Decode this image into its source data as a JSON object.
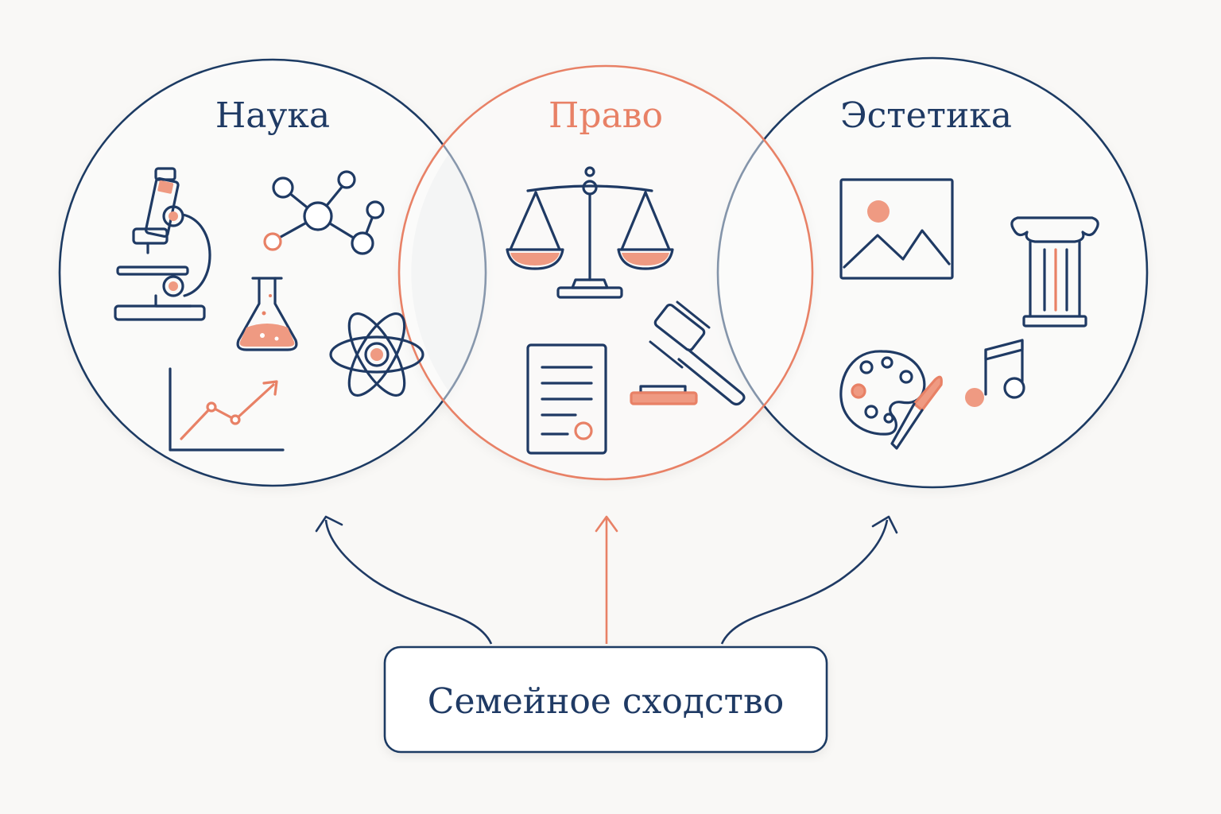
{
  "circles": [
    {
      "label": "Наука",
      "color": "#1f3a64"
    },
    {
      "label": "Право",
      "color": "#e88166"
    },
    {
      "label": "Эстетика",
      "color": "#1f3a64"
    }
  ],
  "center_box": {
    "label": "Семейное сходство"
  },
  "colors": {
    "navy": "#1f3a64",
    "coral": "#e88166",
    "coral_fill": "#ef9a82",
    "background": "#f9f8f6"
  },
  "icons": {
    "science": [
      "microscope-icon",
      "molecule-icon",
      "flask-icon",
      "atom-icon",
      "line-chart-icon"
    ],
    "law": [
      "scales-icon",
      "document-icon",
      "gavel-icon"
    ],
    "aesthetics": [
      "picture-icon",
      "column-icon",
      "palette-icon",
      "music-note-icon"
    ]
  }
}
